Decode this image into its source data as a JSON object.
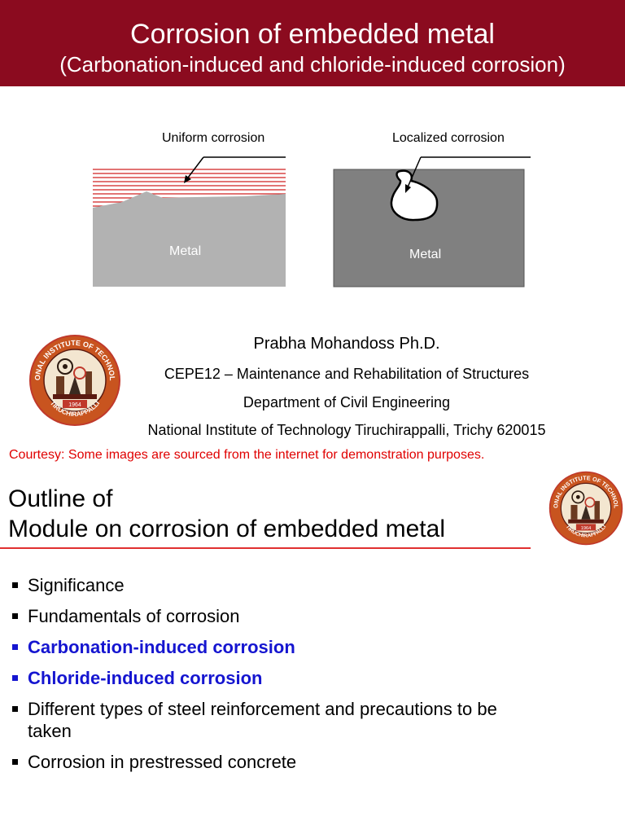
{
  "header": {
    "title": "Corrosion of embedded metal",
    "subtitle": "(Carbonation-induced and chloride-induced corrosion)"
  },
  "diagram": {
    "left": {
      "label": "Uniform corrosion",
      "metal_label": "Metal"
    },
    "right": {
      "label": "Localized corrosion",
      "metal_label": "Metal"
    }
  },
  "author": {
    "name": "Prabha Mohandoss Ph.D.",
    "course": "CEPE12 – Maintenance and Rehabilitation of Structures",
    "department": "Department of Civil Engineering",
    "institute": "National Institute of Technology Tiruchirappalli, Trichy 620015"
  },
  "logo": {
    "ring_text_top": "NATIONAL INSTITUTE OF TECHNOLOGY",
    "ring_text_bottom": "TIRUCHIRAPPALLI",
    "year": "1964"
  },
  "courtesy": "Courtesy: Some images are sourced from the internet for demonstration purposes.",
  "outline": {
    "title_line1": "Outline of",
    "title_line2": "Module on corrosion of embedded metal",
    "items": [
      "Significance",
      "Fundamentals of corrosion",
      "Carbonation-induced corrosion",
      "Chloride-induced corrosion",
      "Different types of steel reinforcement and precautions to be taken",
      "Corrosion in prestressed concrete"
    ],
    "highlighted_items": [
      2,
      3
    ]
  },
  "colors": {
    "banner": "#8b0b1f",
    "highlight": "#1515d0",
    "courtesy": "#e00000",
    "metal_light": "#b2b2b2",
    "metal_dark": "#808080",
    "corrosion_lines": "#d02020"
  }
}
